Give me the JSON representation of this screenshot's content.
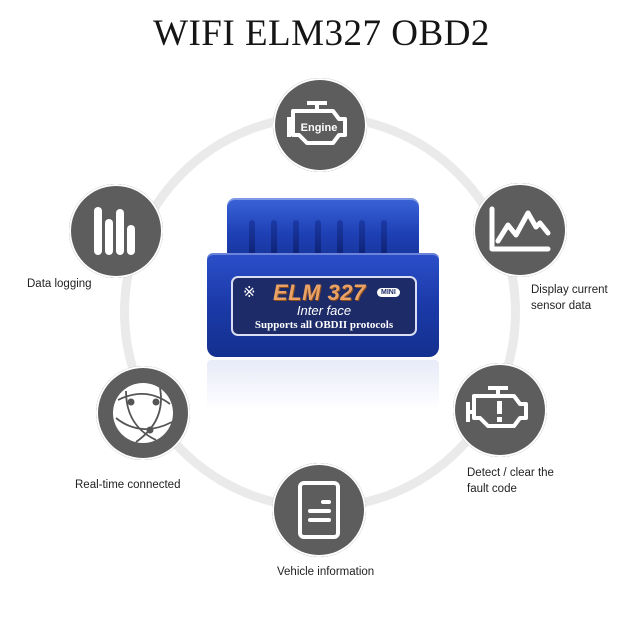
{
  "title": "WIFI ELM327 OBD2",
  "device": {
    "brand": "ELM 327",
    "badge": "MINI",
    "subtitle": "Inter face",
    "tagline": "Supports all OBDII protocols",
    "bluetooth_icon": "bluetooth-icon"
  },
  "features": [
    {
      "id": "engine",
      "icon": "engine-icon",
      "icon_text": "Engine",
      "label": ""
    },
    {
      "id": "data-logging",
      "icon": "bar-chart-icon",
      "label": "Data logging"
    },
    {
      "id": "sensor",
      "icon": "line-chart-icon",
      "label_line1": "Display current",
      "label_line2": "sensor data"
    },
    {
      "id": "realtime",
      "icon": "globe-network-icon",
      "label": "Real-time connected"
    },
    {
      "id": "fault",
      "icon": "check-engine-warning-icon",
      "label_line1": "Detect / clear the",
      "label_line2": "fault code"
    },
    {
      "id": "vehicle",
      "icon": "document-icon",
      "label": "Vehicle information"
    }
  ],
  "colors": {
    "icon_bg": "#5d5d5d",
    "ring": "#eaeaea",
    "device_blue": "#1d3fb4",
    "brand_orange": "#e9a266"
  }
}
